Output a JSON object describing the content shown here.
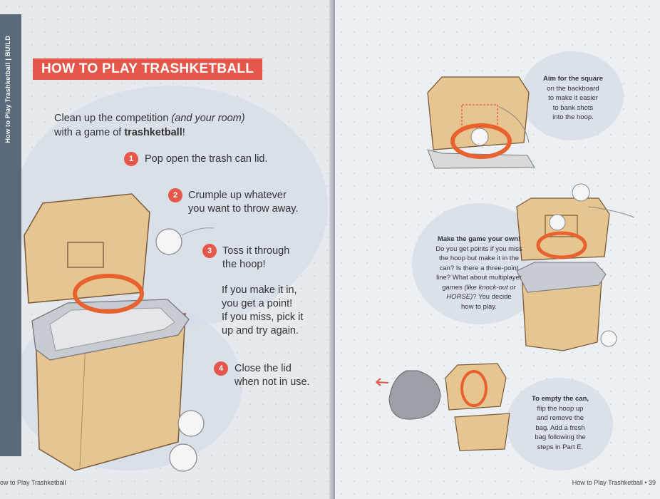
{
  "spine": {
    "text": "How to Play Trashketball | BUILD"
  },
  "banner": {
    "title": "HOW TO PLAY TRASHKETBALL"
  },
  "intro": {
    "line1": "Clean up the competition",
    "line1_italic": "(and your room)",
    "line2_pre": "with a game of",
    "line2_bold": "trashketball",
    "line2_post": "!"
  },
  "steps": [
    {
      "num": "1",
      "lines": [
        "Pop open the trash can lid."
      ]
    },
    {
      "num": "2",
      "lines": [
        "Crumple up whatever",
        "you want to throw away."
      ]
    },
    {
      "num": "3",
      "lines": [
        "Toss it through",
        "the hoop!"
      ],
      "extra": [
        "If you make it in,",
        "you get a point!",
        "If you miss, pick it",
        "up and try again."
      ]
    },
    {
      "num": "4",
      "lines": [
        "Close the lid",
        "when not in use."
      ]
    }
  ],
  "annotations": {
    "aim": {
      "bold": "Aim for the square",
      "lines": [
        "on the backboard",
        "to make it easier",
        "to bank shots",
        "into the hoop."
      ]
    },
    "rules": {
      "bold": "Make the game your own!",
      "lines": [
        "Do you get points if you miss",
        "the hoop but make it in the",
        "can? Is there a three-point",
        "line? What about multiplayer",
        "games",
        "(like knock-out or",
        "HORSE)",
        "? You decide",
        "how to play."
      ]
    },
    "empty": {
      "bold": "To empty the can,",
      "lines": [
        "flip the hoop up",
        "and remove the",
        "bag. Add a fresh",
        "bag following the",
        "steps in Part E."
      ]
    }
  },
  "footer": {
    "left": "ow to Play Trashketball",
    "right": "How to Play Trashketball • 39"
  },
  "colors": {
    "accent": "#e4574a",
    "cardboard": "#e7c590",
    "hoop": "#e8622f"
  }
}
